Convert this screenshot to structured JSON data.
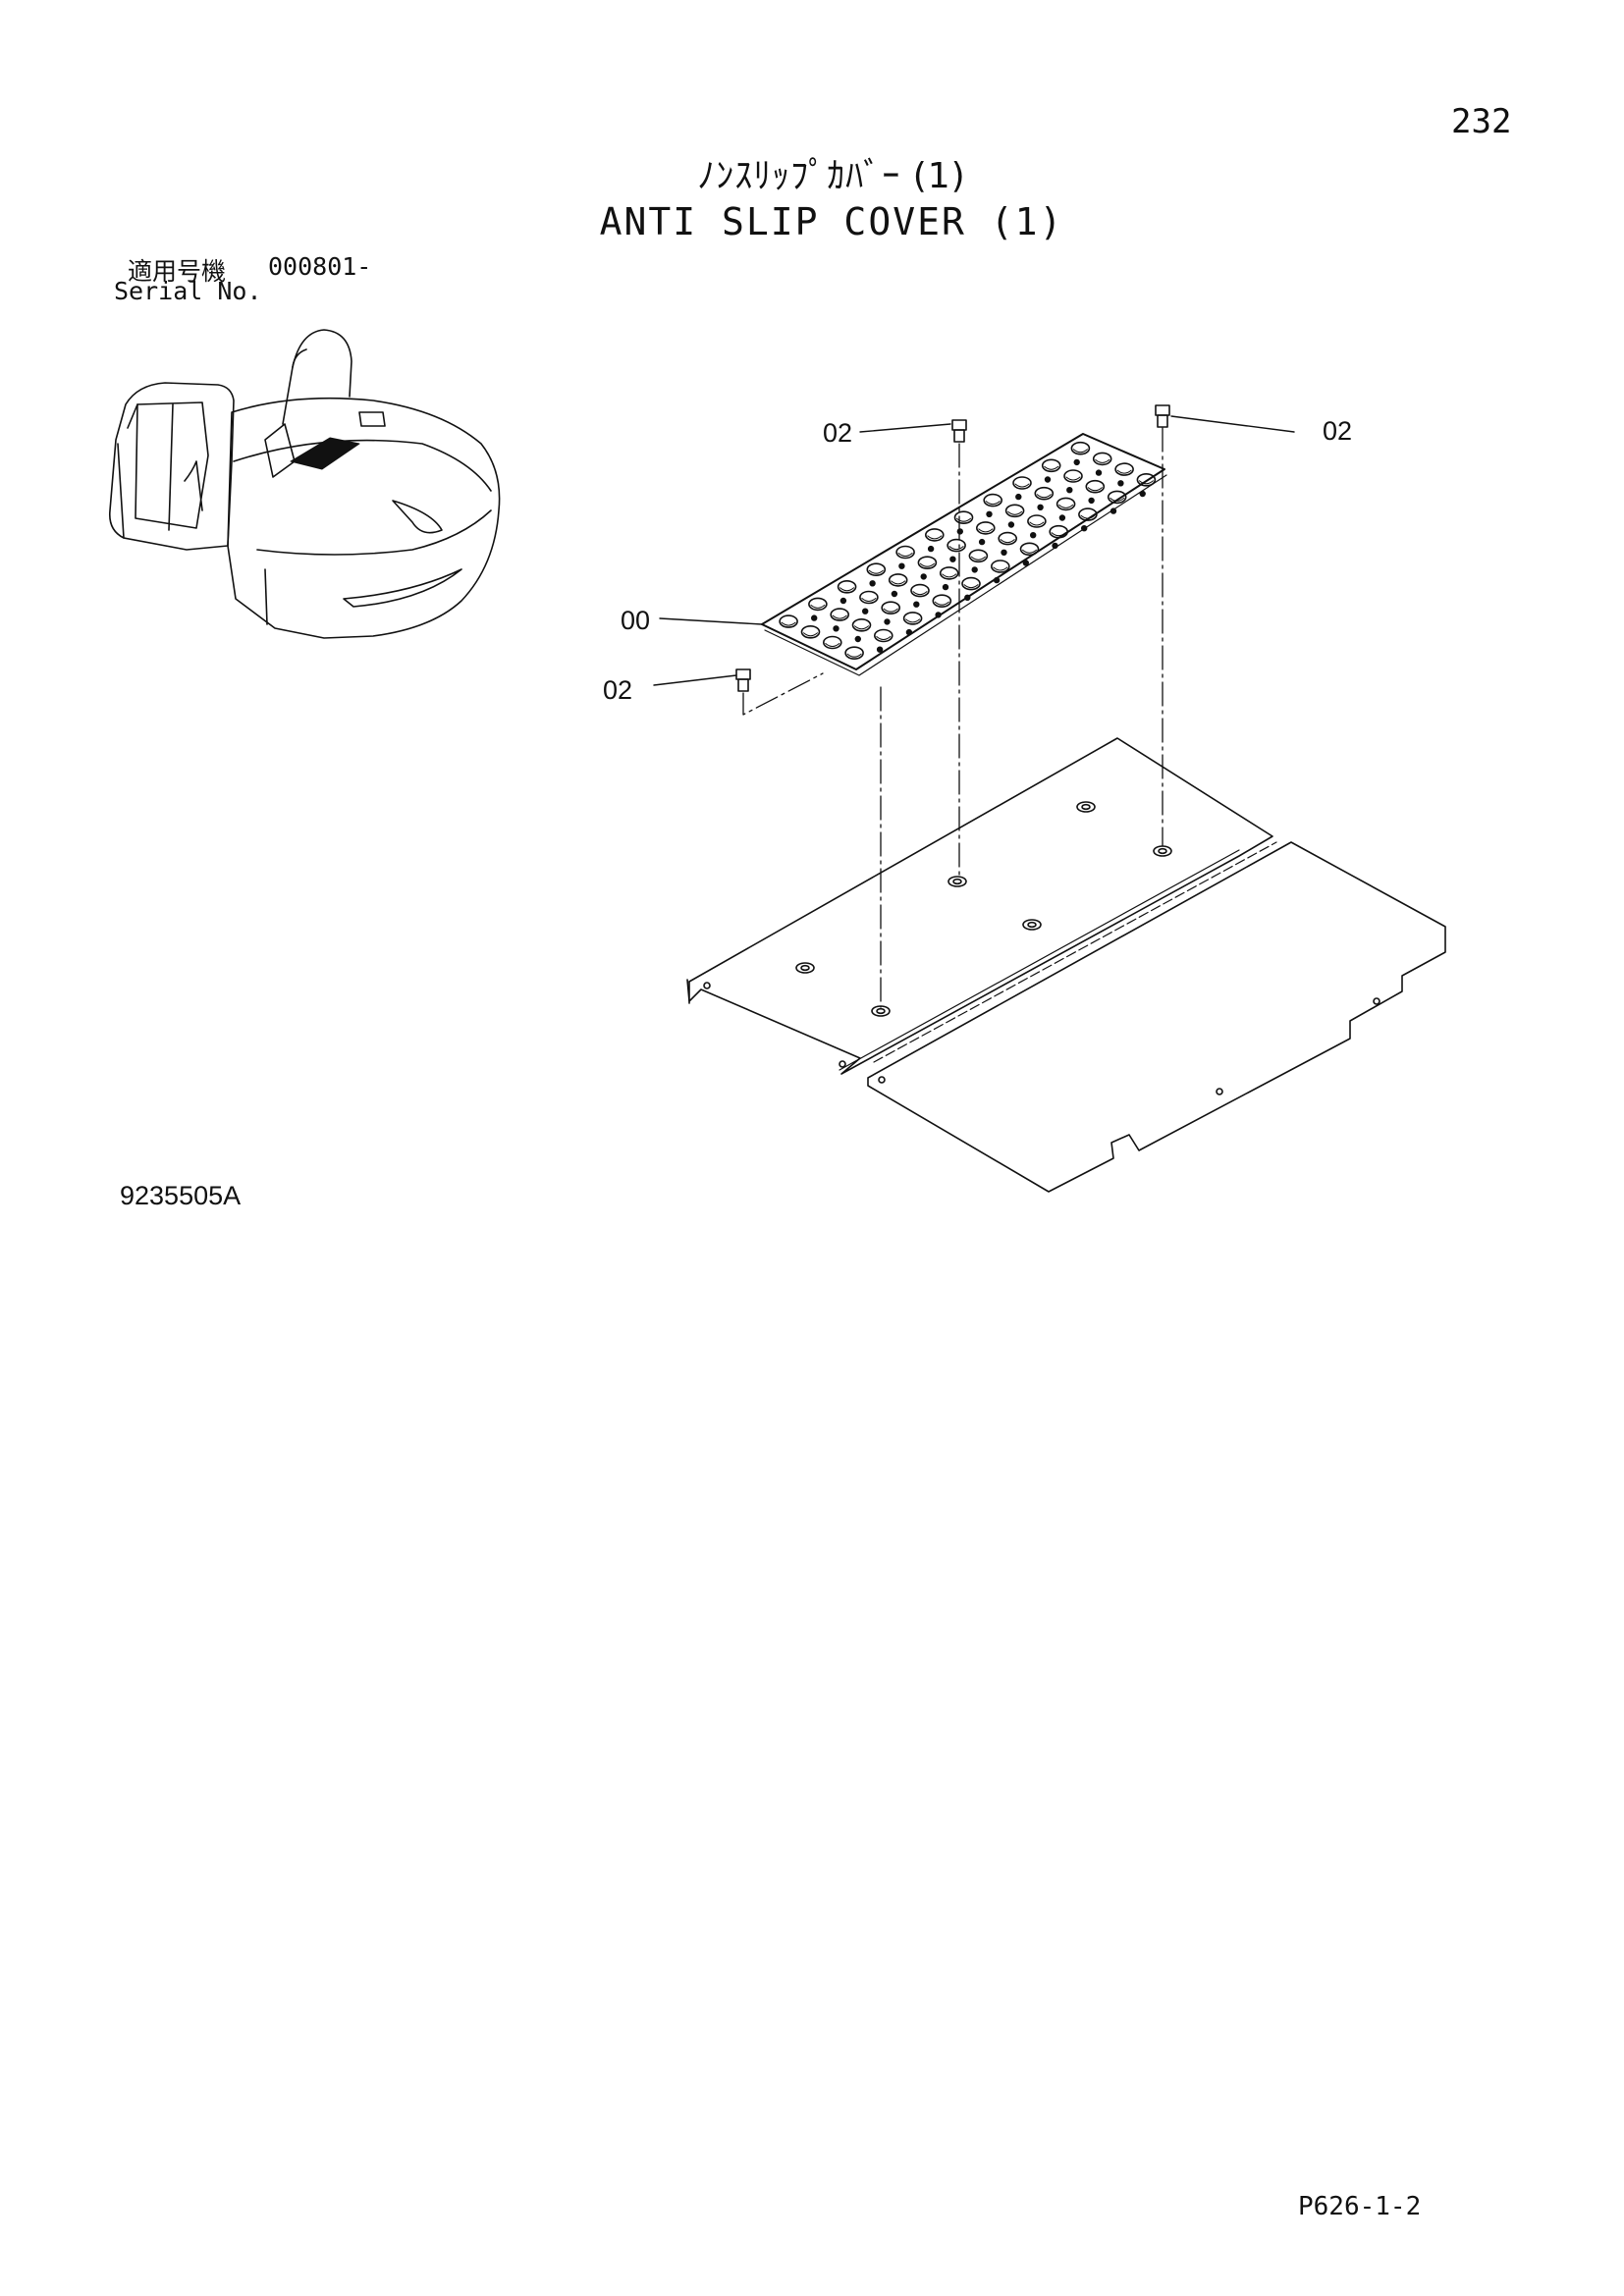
{
  "page": {
    "number": "232",
    "title_jp": "ﾉﾝｽﾘｯﾌﾟｶﾊﾞｰ (1)",
    "title_en": "ANTI SLIP COVER (1)",
    "serial_label_jp": "適用号機",
    "serial_range": "000801-",
    "serial_label_en": "Serial No.",
    "drawing_number": "9235505A",
    "page_code": "P626-1-2"
  },
  "callouts": [
    {
      "label": "02"
    },
    {
      "label": "02"
    },
    {
      "label": "00"
    },
    {
      "label": "02"
    }
  ],
  "colors": {
    "line": "#111111",
    "paper": "#ffffff"
  }
}
